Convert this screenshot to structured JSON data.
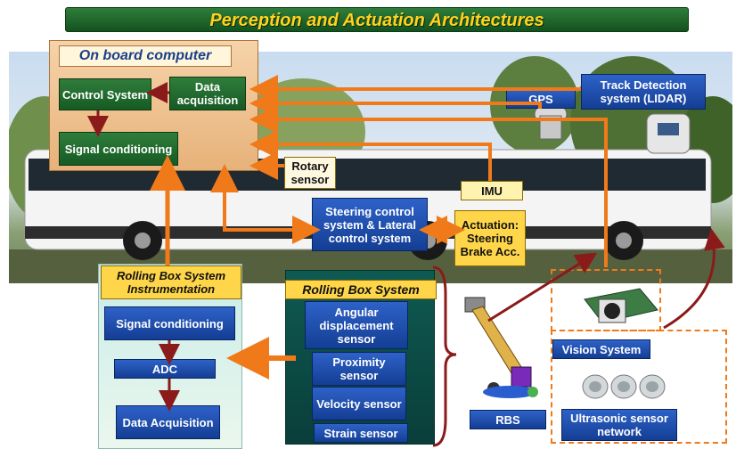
{
  "title": "Perception and Actuation Architectures",
  "onboard": {
    "heading": "On board computer",
    "control_system": "Control System",
    "data_acquisition": "Data acquisition",
    "signal_conditioning": "Signal conditioning"
  },
  "gps": "GPS",
  "track_detection": "Track Detection system (LIDAR)",
  "rotary_sensor": "Rotary sensor",
  "imu": "IMU",
  "steering_control": "Steering control system & Lateral control system",
  "actuation": "Actuation: Steering Brake Acc.",
  "rbs_instrumentation": {
    "heading": "Rolling Box System Instrumentation",
    "signal_conditioning": "Signal conditioning",
    "adc": "ADC",
    "data_acquisition": "Data Acquisition"
  },
  "rolling_box": {
    "heading": "Rolling Box System",
    "sensors": [
      "Angular displacement sensor",
      "Proximity sensor",
      "Velocity sensor",
      "Strain sensor"
    ]
  },
  "rbs_label": "RBS",
  "vision_system": "Vision System",
  "ultrasonic": "Ultrasonic sensor network",
  "colors": {
    "title_green": "#1f6a2b",
    "title_text": "#ffd21f",
    "arrow_orange": "#f07a1a",
    "connector_red": "#8b1a1a",
    "box_blue": "#1f4fb0",
    "box_green": "#1d6b2b"
  }
}
